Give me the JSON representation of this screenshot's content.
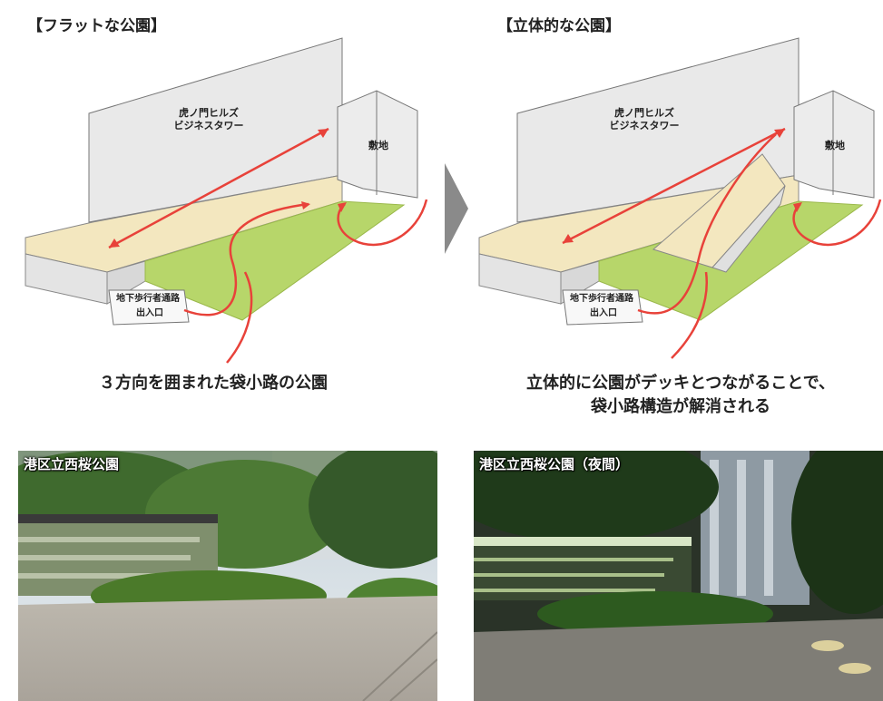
{
  "left_panel": {
    "title": "【フラットな公園】",
    "building_label_1": "虎ノ門ヒルズ",
    "building_label_2": "ビジネスタワー",
    "shrine_label": "敷地",
    "entrance_label_1": "地下歩行者通路",
    "entrance_label_2": "出入口",
    "caption": "３方向を囲まれた袋小路の公園"
  },
  "right_panel": {
    "title": "【立体的な公園】",
    "building_label_1": "虎ノ門ヒルズ",
    "building_label_2": "ビジネスタワー",
    "shrine_label": "敷地",
    "entrance_label_1": "地下歩行者通路",
    "entrance_label_2": "出入口",
    "caption_line1": "立体的に公園がデッキとつながることで、",
    "caption_line2": "袋小路構造が解消される"
  },
  "photos": {
    "day_label": "港区立西桜公園",
    "night_label": "港区立西桜公園（夜間）"
  },
  "colors": {
    "lawn": "#b7d66a",
    "deck": "#f3e7bf",
    "wall": "#e9e9e9",
    "arrow": "#e8423a"
  }
}
